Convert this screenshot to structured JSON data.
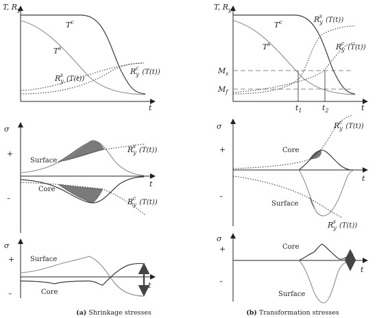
{
  "panel_a": {
    "top": {
      "y_label": "T, R",
      "y_sub": "y",
      "x_label": "t",
      "t_core": "T",
      "t_core_sup": "c",
      "t_surf": "T",
      "t_surf_sup": "s",
      "ry_surf": "R",
      "ry_surf_sub": "y",
      "ry_surf_sup": "s",
      "ry_surf_arg": "(T(t))",
      "ry_core": "R",
      "ry_core_sub": "y",
      "ry_core_sup": "c",
      "ry_core_arg": "(T(t))"
    },
    "middle": {
      "sigma": "σ",
      "plus": "+",
      "minus": "–",
      "x_label": "t",
      "surface": "Surface",
      "core": "Core",
      "ry_s": "R",
      "ry_s_sub": "y",
      "ry_s_sup": "s",
      "ry_s_arg": "(T(t))",
      "ry_c": "R",
      "ry_c_sub": "y",
      "ry_c_sup": "c",
      "ry_c_arg": "(T(t))"
    },
    "bottom": {
      "sigma": "σ",
      "plus": "+",
      "minus": "–",
      "x_label": "t",
      "surface": "Surface",
      "core": "Core"
    },
    "caption_label": "(a)",
    "caption_text": "Shrinkage stresses"
  },
  "panel_b": {
    "top": {
      "y_label": "T, R",
      "y_sub": "y",
      "x_label": "t",
      "t_core": "T",
      "t_core_sup": "c",
      "t_surf": "T",
      "t_surf_sup": "s",
      "ry_s": "R",
      "ry_s_sub": "y",
      "ry_s_sup": "s",
      "ry_s_arg": "(T(t))",
      "ry_c": "R",
      "ry_c_sub": "y",
      "ry_c_sup": "c",
      "ry_c_arg": "(T(t))",
      "ms": "M",
      "ms_sub": "s",
      "mf": "M",
      "mf_sub": "f",
      "t1": "t",
      "t1_sub": "1",
      "t2": "t",
      "t2_sub": "2"
    },
    "middle": {
      "sigma": "σ",
      "plus": "+",
      "minus": "–",
      "x_label": "t",
      "core": "Core",
      "surface": "Surface",
      "ry_c": "R",
      "ry_c_sub": "y",
      "ry_c_sup": "c",
      "ry_c_arg": "(T(t))",
      "ry_s": "R",
      "ry_s_sub": "y",
      "ry_s_sup": "s",
      "ry_s_arg": "(T(t))"
    },
    "bottom": {
      "sigma": "σ",
      "plus": "+",
      "minus": "–",
      "x_label": "t",
      "core": "Core",
      "surface": "Surface"
    },
    "caption_label": "(b)",
    "caption_text": "Transformation stresses"
  }
}
